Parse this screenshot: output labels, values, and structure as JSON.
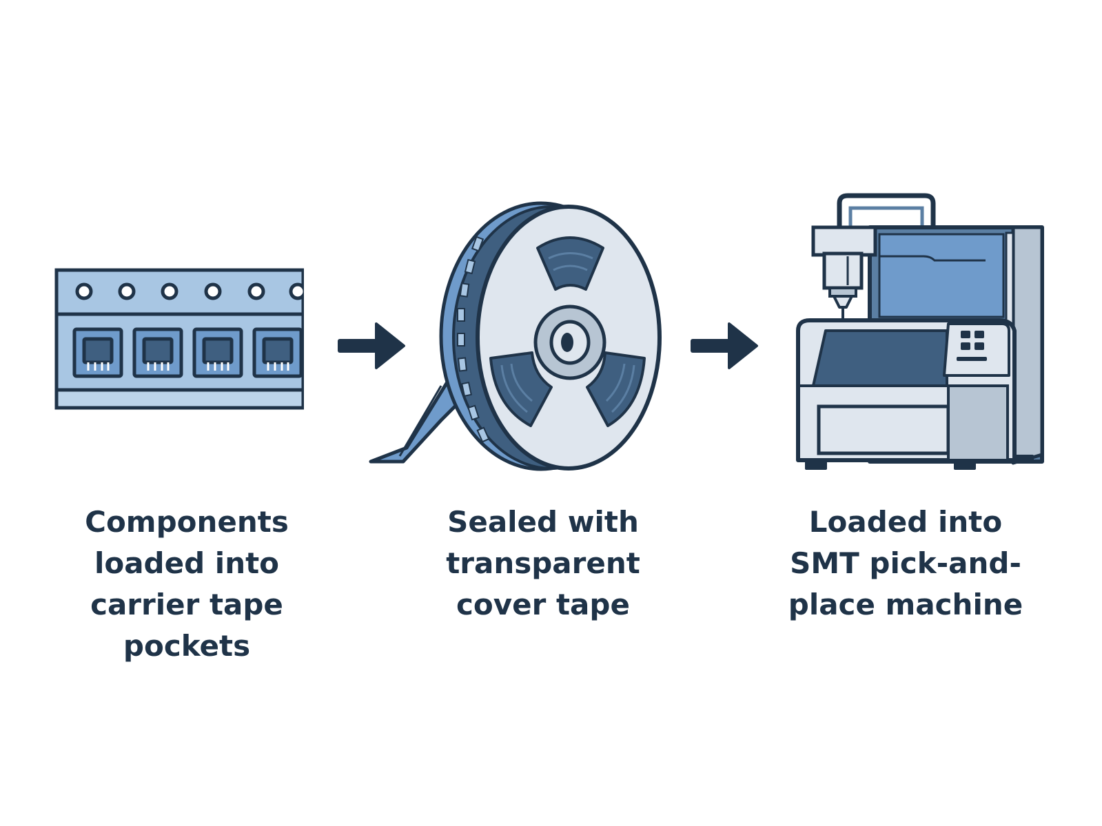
{
  "steps": [
    {
      "id": "carrier-tape",
      "icon": "carrier-tape-icon",
      "caption_lines": [
        "Components",
        "loaded into",
        "carrier tape",
        "pockets"
      ]
    },
    {
      "id": "reel",
      "icon": "tape-reel-icon",
      "caption_lines": [
        "Sealed with",
        "transparent",
        "cover tape"
      ]
    },
    {
      "id": "machine",
      "icon": "pick-and-place-machine-icon",
      "caption_lines": [
        "Loaded into",
        "SMT pick-and-",
        "place machine"
      ]
    }
  ],
  "connectors": [
    "arrow-right-icon",
    "arrow-right-icon"
  ],
  "colors": {
    "outline": "#1f3348",
    "light_blue": "#a8c6e3",
    "mid_blue": "#6f9bcb",
    "steel": "#5b7fa3",
    "light_gray": "#dfe6ee",
    "gray": "#b7c5d3",
    "text": "#1f3348"
  }
}
